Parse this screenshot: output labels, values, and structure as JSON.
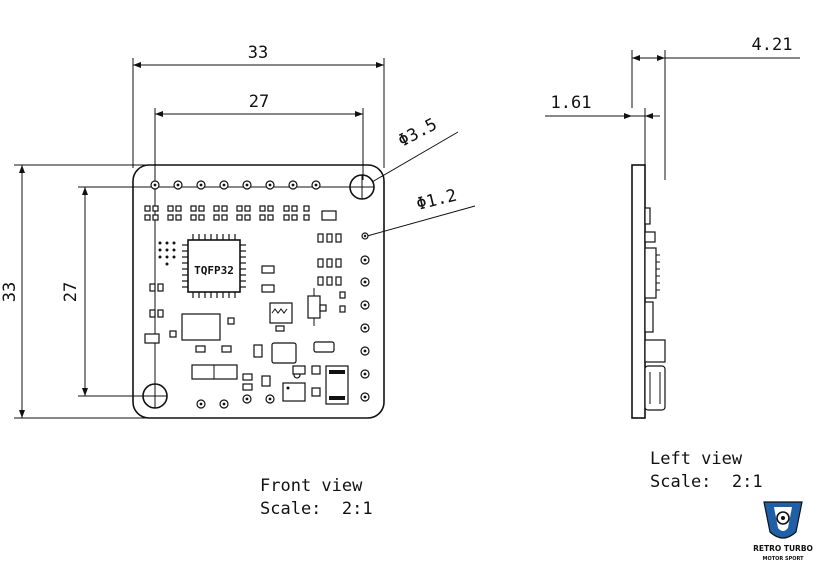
{
  "front": {
    "dim_width_outer": "33",
    "dim_width_inner": "27",
    "dim_height_outer": "33",
    "dim_height_inner": "27",
    "dim_hole_large": "Φ3.5",
    "dim_hole_small": "Φ1.2",
    "ic_label": "TQFP32",
    "caption_line1": "Front view",
    "caption_line2": "Scale:  2:1"
  },
  "side": {
    "dim_total": "4.21",
    "dim_board": "1.61",
    "caption_line1": "Left view",
    "caption_line2": "Scale:  2:1"
  },
  "logo": {
    "brand_line1": "RETRO TURBO",
    "brand_line2": "MOTOR SPORT",
    "accent": "#1f5fa8"
  }
}
